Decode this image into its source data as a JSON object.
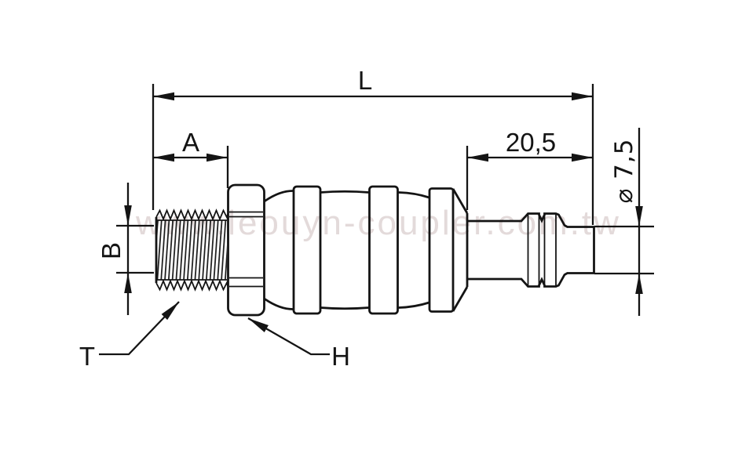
{
  "page": {
    "background": "#ffffff"
  },
  "drawing": {
    "line_color": "#141414",
    "watermark": {
      "text": "www.leouyn-coupler.com.tw",
      "color": "#e3dada"
    },
    "labels": {
      "overall_length": "L",
      "thread_length": "A",
      "plug_length": "20,5",
      "tip_diameter": "⌀ 7,5",
      "thread_diameter": "B",
      "thread_callout": "T",
      "hex_callout": "H"
    }
  }
}
